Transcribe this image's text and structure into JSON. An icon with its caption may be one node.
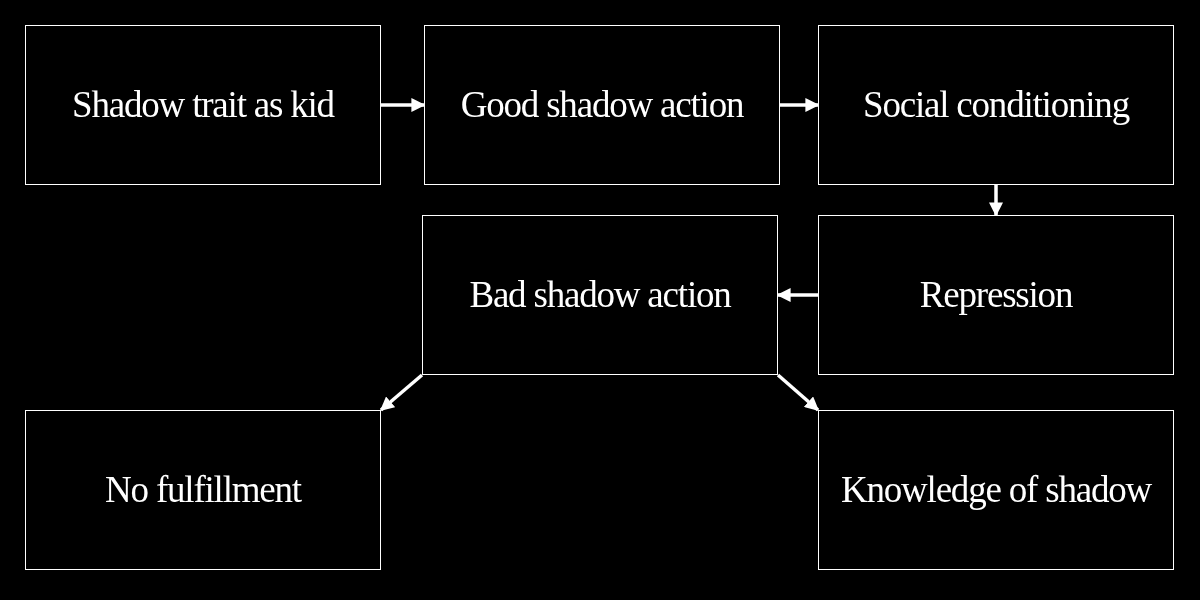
{
  "diagram": {
    "nodes": [
      {
        "text": [
          "Shadow trait as kid"
        ]
      },
      {
        "text": [
          "Good shadow action"
        ]
      },
      {
        "text": [
          "Social conditioning"
        ]
      },
      {
        "text": [
          "Bad shadow action"
        ]
      },
      {
        "text": [
          "Repression"
        ]
      },
      {
        "text": [
          "No fulfillment"
        ]
      },
      {
        "text": [
          "Knowledge of shadow"
        ]
      }
    ],
    "edges": [
      {
        "from": 0,
        "to": 1,
        "arrow": "to"
      },
      {
        "from": 1,
        "to": 2,
        "arrow": "to"
      },
      {
        "from": 2,
        "to": 4,
        "arrow": "to"
      },
      {
        "from": 4,
        "to": 3,
        "arrow": "to"
      },
      {
        "from": 3,
        "to": 5,
        "arrow": "to"
      },
      {
        "from": 3,
        "to": 6,
        "arrow": "to"
      }
    ]
  }
}
